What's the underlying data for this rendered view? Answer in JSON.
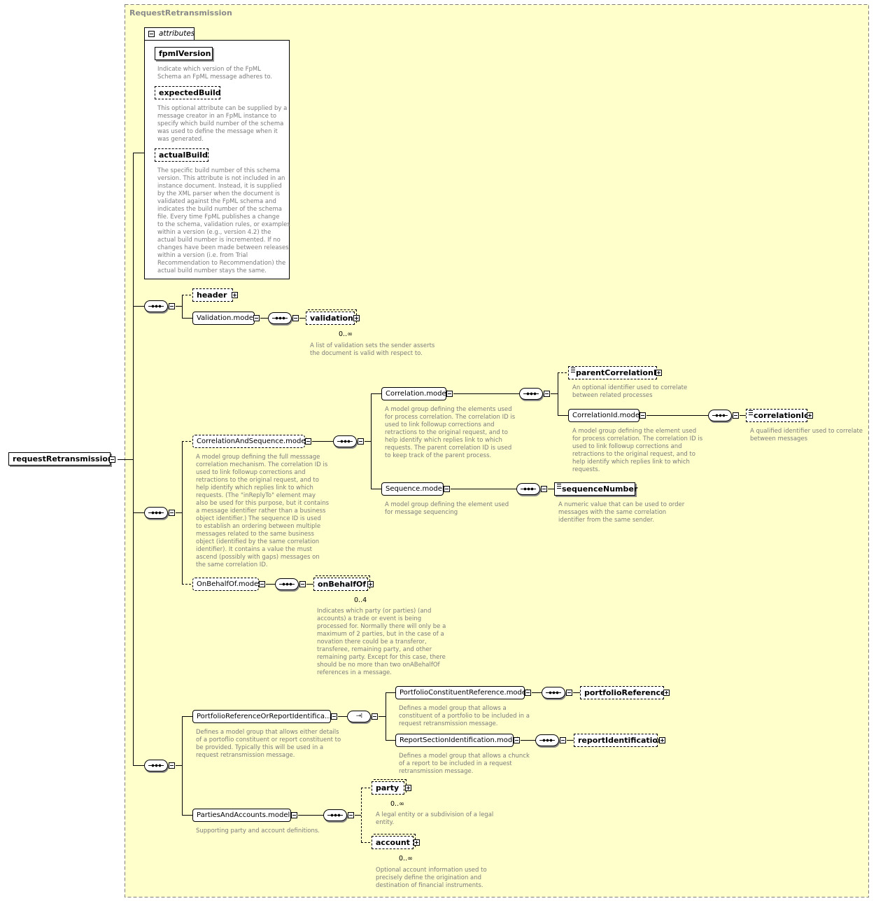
{
  "diagram": {
    "title": "RequestRetransmission",
    "root": "requestRetransmission",
    "attributes": {
      "header": "attributes",
      "items": [
        {
          "name": "fpmlVersion",
          "desc": "Indicate which version of the FpML\nSchema an FpML message adheres to."
        },
        {
          "name": "expectedBuild",
          "desc": "This optional attribute can be supplied by a\nmessage creator in an FpML instance to\nspecify which build number of the schema\nwas used to define the message when it\nwas generated."
        },
        {
          "name": "actualBuild",
          "desc": "The specific build number of this schema\nversion. This attribute is not included in an\ninstance document. Instead, it is supplied\nby the XML parser when the document is\nvalidated against the FpML schema and\nindicates the build number of the schema\nfile. Every time FpML publishes a change\nto the schema, validation rules, or examples\nwithin a version (e.g., version 4.2) the\nactual build number is incremented. If no\nchanges have been made between releases\nwithin a version (i.e. from Trial\nRecommendation to Recommendation) the\nactual build number stays the same."
        }
      ]
    },
    "header": "header",
    "validation_model": "Validation.model",
    "validation": "validation",
    "validation_occ": "0..∞",
    "validation_desc": "A list of validation sets the sender asserts\nthe document is valid with respect to.",
    "correlation_and_sequence": {
      "label": "CorrelationAndSequence.model",
      "desc": "A model group defining the full messsage\ncorrelation mechanism. The correlation ID is\nused to link followup corrections and\nretractions to the original request, and to\nhelp identify which replies link to which\nrequests. (The \"inReplyTo\" element may\nalso be used for this purpose, but it contains\na message identifier rather than a business\nobject identifier.) The sequence ID is used\nto establish an ordering between multiple\nmessages related to the same business\nobject (identified by the same correlation\nidentifier). It contains a value the must\nascend (possibly with gaps) messages on\nthe same correlation ID."
    },
    "correlation_model": {
      "label": "Correlation.model",
      "desc": "A model group defining the elements used\nfor process correlation. The correlation ID is\nused to link followup corrections and\nretractions to the original request, and to\nhelp identify which replies link to which\nrequests. The parent correlation ID is used\nto keep track of the parent process."
    },
    "parent_correlation_id": {
      "label": "parentCorrelationId",
      "desc": "An optional identifier used to correlate\nbetween related processes"
    },
    "correlation_id_model": {
      "label": "CorrelationId.model",
      "desc": "A model group defining the element used\nfor process correlation. The correlation ID is\nused to link followup corrections and\nretractions to the original request, and to\nhelp identify which replies link to which\nrequests."
    },
    "correlation_id": {
      "label": "correlationId",
      "desc": "A qualified identifier used to correlate\nbetween messages"
    },
    "sequence_model": {
      "label": "Sequence.model",
      "desc": "A model group defining the element used\nfor message sequencing"
    },
    "sequence_number": {
      "label": "sequenceNumber",
      "desc": "A numeric value that can be used to order\nmessages with the same correlation\nidentifier from the same sender."
    },
    "on_behalf_of_model": "OnBehalfOf.model",
    "on_behalf_of": {
      "label": "onBehalfOf",
      "occ": "0..4",
      "desc": "Indicates which party (or parties) (and\naccounts) a trade or event is being\nprocessed for. Normally there will only be a\nmaximum of 2 parties, but in the case of a\nnovation there could be a transferor,\ntransferee, remaining party, and other\nremaining party. Except for this case, there\nshould be no more than two onABehalfOf\nreferences in a message."
    },
    "portfolio_or_report": {
      "label": "PortfolioReferenceOrReportIdentifica...",
      "desc": "Defines a model group that allows either details\nof a portoflio constituent or report constituent to\nbe provided. Typically this will be used in a\nrequest retransmission message."
    },
    "portfolio_constituent_model": {
      "label": "PortfolioConstituentReference.model",
      "desc": "Defines a model group that allows a\nconstituent of a portfolio to be included in a\nrequest retransmission message."
    },
    "portfolio_reference": "portfolioReference",
    "report_section_model": {
      "label": "ReportSectionIdentification.model",
      "desc": "Defines a model group that allows a chunck\nof a report to be included in a request\nretransmission message."
    },
    "report_identification": "reportIdentification",
    "parties_and_accounts": {
      "label": "PartiesAndAccounts.model",
      "desc": "Supporting party and account definitions."
    },
    "party": {
      "label": "party",
      "occ": "0..∞",
      "desc": "A legal entity or a subdivision of a legal\nentity."
    },
    "account": {
      "label": "account",
      "occ": "0..∞",
      "desc": "Optional account information used to\nprecisely define the origination and\ndestination of financial instruments."
    }
  }
}
